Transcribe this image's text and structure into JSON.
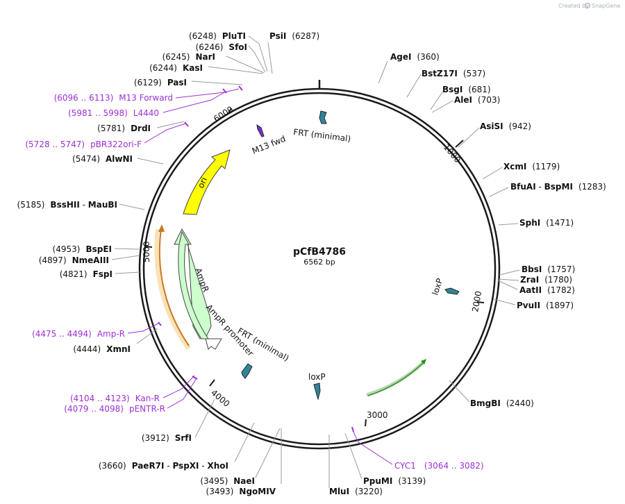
{
  "credit": {
    "prefix": "Created by",
    "brand": "SnapGene"
  },
  "plasmid": {
    "name": "pCfB4786",
    "length_label": "6562 bp",
    "length": 6562
  },
  "tick_labels": [
    "1000",
    "2000",
    "3000",
    "4000",
    "5000",
    "6000"
  ],
  "sites": [
    {
      "id": "plu",
      "pos": 6248,
      "parts": [
        {
          "t": "(6248)",
          "b": false
        },
        {
          "t": "PluTI",
          "b": true
        }
      ]
    },
    {
      "id": "sfo",
      "pos": 6246,
      "parts": [
        {
          "t": "(6246)",
          "b": false
        },
        {
          "t": "SfoI",
          "b": true
        }
      ]
    },
    {
      "id": "nar",
      "pos": 6245,
      "parts": [
        {
          "t": "(6245)",
          "b": false
        },
        {
          "t": "NarI",
          "b": true
        }
      ]
    },
    {
      "id": "kas",
      "pos": 6244,
      "parts": [
        {
          "t": "(6244)",
          "b": false
        },
        {
          "t": "KasI",
          "b": true
        }
      ]
    },
    {
      "id": "pas",
      "pos": 6129,
      "parts": [
        {
          "t": "(6129)",
          "b": false
        },
        {
          "t": "PasI",
          "b": true
        }
      ]
    },
    {
      "id": "drd",
      "pos": 5781,
      "parts": [
        {
          "t": "(5781)",
          "b": false
        },
        {
          "t": "DrdI",
          "b": true
        }
      ]
    },
    {
      "id": "alwn",
      "pos": 5474,
      "parts": [
        {
          "t": "(5474)",
          "b": false
        },
        {
          "t": "AlwNI",
          "b": true
        }
      ]
    },
    {
      "id": "bsshii",
      "pos": 5185,
      "parts": [
        {
          "t": "(5185)",
          "b": false
        },
        {
          "t": "BssHII",
          "b": true
        },
        {
          "t": " - ",
          "b": false
        },
        {
          "t": "MauBI",
          "b": true
        }
      ]
    },
    {
      "id": "bspe",
      "pos": 4953,
      "parts": [
        {
          "t": "(4953)",
          "b": false
        },
        {
          "t": "BspEI",
          "b": true
        }
      ]
    },
    {
      "id": "nme",
      "pos": 4897,
      "parts": [
        {
          "t": "(4897)",
          "b": false
        },
        {
          "t": "NmeAIII",
          "b": true
        }
      ]
    },
    {
      "id": "fsp",
      "pos": 4821,
      "parts": [
        {
          "t": "(4821)",
          "b": false
        },
        {
          "t": "FspI",
          "b": true
        }
      ]
    },
    {
      "id": "xmn",
      "pos": 4444,
      "parts": [
        {
          "t": "(4444)",
          "b": false
        },
        {
          "t": "XmnI",
          "b": true
        }
      ]
    },
    {
      "id": "srf",
      "pos": 3912,
      "parts": [
        {
          "t": "(3912)",
          "b": false
        },
        {
          "t": "SrfI",
          "b": true
        }
      ]
    },
    {
      "id": "paer7",
      "pos": 3660,
      "parts": [
        {
          "t": "(3660)",
          "b": false
        },
        {
          "t": "PaeR7I",
          "b": true
        },
        {
          "t": " - ",
          "b": false
        },
        {
          "t": "PspXI",
          "b": true
        },
        {
          "t": " - ",
          "b": false
        },
        {
          "t": "XhoI",
          "b": true
        }
      ]
    },
    {
      "id": "nae",
      "pos": 3495,
      "parts": [
        {
          "t": "(3495)",
          "b": false
        },
        {
          "t": "NaeI",
          "b": true
        }
      ]
    },
    {
      "id": "ngom",
      "pos": 3493,
      "parts": [
        {
          "t": "(3493)",
          "b": false
        },
        {
          "t": "NgoMIV",
          "b": true
        }
      ]
    },
    {
      "id": "psi",
      "pos": 6287,
      "parts": [
        {
          "t": "PsiI",
          "b": true
        },
        {
          "t": "(6287)",
          "b": false
        }
      ]
    },
    {
      "id": "age",
      "pos": 360,
      "parts": [
        {
          "t": "AgeI",
          "b": true
        },
        {
          "t": "(360)",
          "b": false
        }
      ]
    },
    {
      "id": "bstz",
      "pos": 537,
      "parts": [
        {
          "t": "BstZ17I",
          "b": true
        },
        {
          "t": "(537)",
          "b": false
        }
      ]
    },
    {
      "id": "bsg",
      "pos": 681,
      "parts": [
        {
          "t": "BsgI",
          "b": true
        },
        {
          "t": "(681)",
          "b": false
        }
      ]
    },
    {
      "id": "ale",
      "pos": 703,
      "parts": [
        {
          "t": "AleI",
          "b": true
        },
        {
          "t": "(703)",
          "b": false
        }
      ]
    },
    {
      "id": "asis",
      "pos": 942,
      "parts": [
        {
          "t": "AsiSI",
          "b": true
        },
        {
          "t": "(942)",
          "b": false
        }
      ]
    },
    {
      "id": "xcm",
      "pos": 1179,
      "parts": [
        {
          "t": "XcmI",
          "b": true
        },
        {
          "t": "(1179)",
          "b": false
        }
      ]
    },
    {
      "id": "bfua",
      "pos": 1283,
      "parts": [
        {
          "t": "BfuAI",
          "b": true
        },
        {
          "t": " - ",
          "b": false
        },
        {
          "t": "BspMI",
          "b": true
        },
        {
          "t": "(1283)",
          "b": false
        }
      ]
    },
    {
      "id": "sph",
      "pos": 1471,
      "parts": [
        {
          "t": "SphI",
          "b": true
        },
        {
          "t": "(1471)",
          "b": false
        }
      ]
    },
    {
      "id": "bbs",
      "pos": 1757,
      "parts": [
        {
          "t": "BbsI",
          "b": true
        },
        {
          "t": "(1757)",
          "b": false
        }
      ]
    },
    {
      "id": "zra",
      "pos": 1780,
      "parts": [
        {
          "t": "ZraI",
          "b": true
        },
        {
          "t": "(1780)",
          "b": false
        }
      ]
    },
    {
      "id": "aat",
      "pos": 1782,
      "parts": [
        {
          "t": "AatII",
          "b": true
        },
        {
          "t": "(1782)",
          "b": false
        }
      ]
    },
    {
      "id": "pvu",
      "pos": 1897,
      "parts": [
        {
          "t": "PvuII",
          "b": true
        },
        {
          "t": "(1897)",
          "b": false
        }
      ]
    },
    {
      "id": "bmgb",
      "pos": 2440,
      "parts": [
        {
          "t": "BmgBI",
          "b": true
        },
        {
          "t": "(2440)",
          "b": false
        }
      ]
    },
    {
      "id": "ppum",
      "pos": 3139,
      "parts": [
        {
          "t": "PpuMI",
          "b": true
        },
        {
          "t": "(3139)",
          "b": false
        }
      ]
    },
    {
      "id": "mlu",
      "pos": 3220,
      "parts": [
        {
          "t": "MluI",
          "b": true
        },
        {
          "t": "(3220)",
          "b": false
        }
      ]
    }
  ],
  "primers": [
    {
      "id": "m13f",
      "range": "(6096 .. 6113)",
      "name": "M13 Forward"
    },
    {
      "id": "l4440",
      "range": "(5981 .. 5998)",
      "name": "L4440"
    },
    {
      "id": "pbr",
      "range": "(5728 .. 5747)",
      "name": "pBR322ori-F"
    },
    {
      "id": "ampr",
      "range": "(4475 .. 4494)",
      "name": "Amp-R"
    },
    {
      "id": "kanr",
      "range": "(4104 .. 4123)",
      "name": "Kan-R"
    },
    {
      "id": "pentr",
      "range": "(4079 .. 4098)",
      "name": "pENTR-R"
    },
    {
      "id": "cyc1",
      "range": "(3064 .. 3082)",
      "name": "CYC1"
    }
  ],
  "features": [
    {
      "id": "ori",
      "label": "ori",
      "color": "#ffff00"
    },
    {
      "id": "ampr",
      "label": "AmpR",
      "color": "#ccffcc"
    },
    {
      "id": "amprp",
      "label": "AmpR promoter",
      "color": "#ffffff"
    },
    {
      "id": "frt1",
      "label": "FRT (minimal)",
      "color": "#31849b"
    },
    {
      "id": "frt2",
      "label": "FRT (minimal)",
      "color": "#31849b"
    },
    {
      "id": "m13fwd",
      "label": "M13 fwd",
      "color": "#7e2fd4"
    },
    {
      "id": "loxp1",
      "label": "loxP",
      "color": "#31849b"
    },
    {
      "id": "loxp2",
      "label": "loxP",
      "color": "#31849b"
    },
    {
      "id": "orange",
      "label": "",
      "color": "#f0a830"
    },
    {
      "id": "green",
      "label": "",
      "color": "#2e8b22"
    }
  ]
}
